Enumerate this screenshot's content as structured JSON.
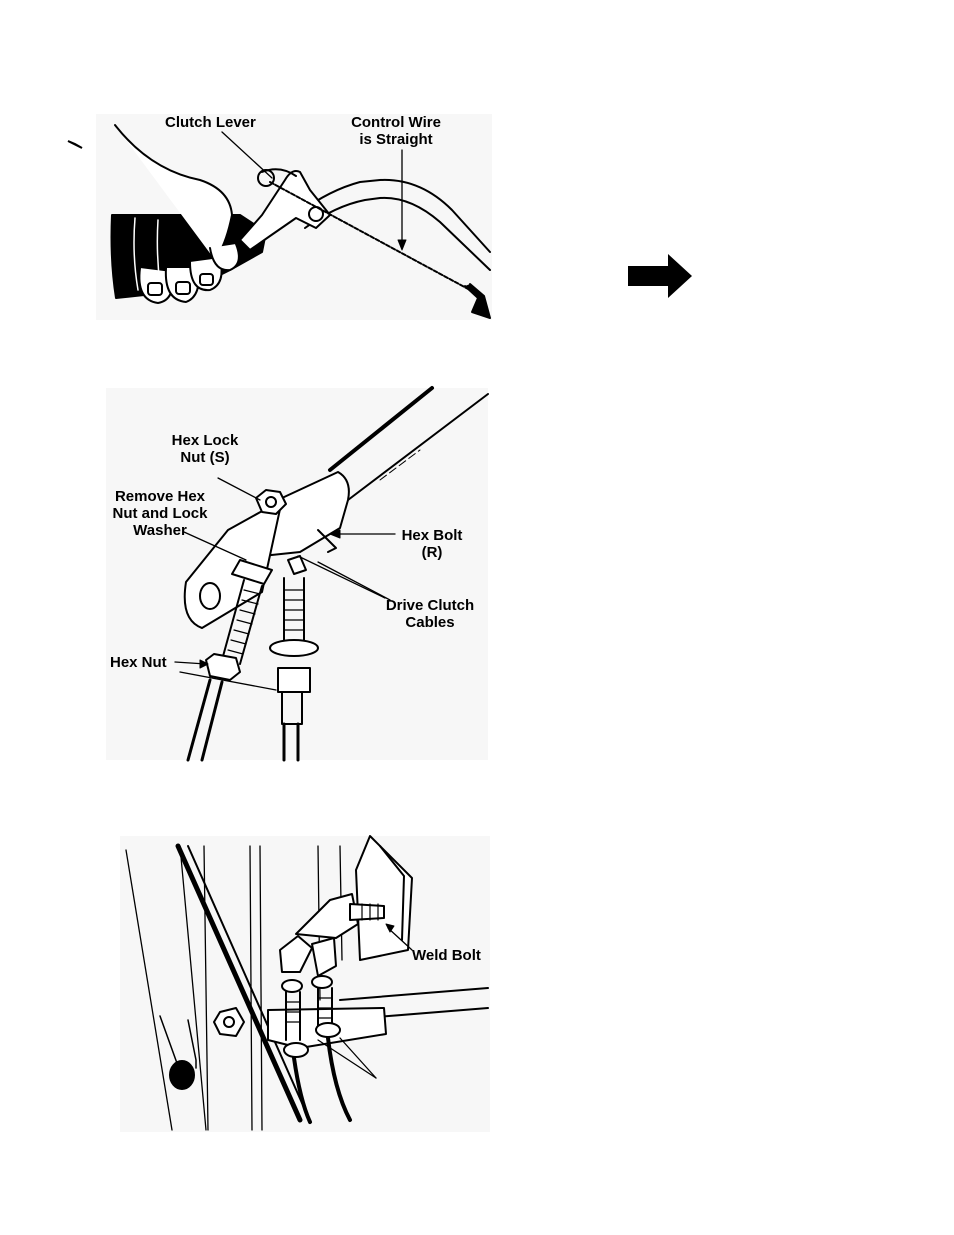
{
  "figure1": {
    "clutch_lever": "Clutch Lever",
    "control_wire_1": "Control Wire",
    "control_wire_2": "is Straight"
  },
  "figure2": {
    "hex_lock_1": "Hex Lock",
    "hex_lock_2": "Nut (S)",
    "remove_1": "Remove Hex",
    "remove_2": "Nut and Lock",
    "remove_3": "Washer",
    "hex_bolt_1": "Hex Bolt",
    "hex_bolt_2": "(R)",
    "drive_1": "Drive Clutch",
    "drive_2": "Cables",
    "hex_nut": "Hex Nut"
  },
  "figure3": {
    "weld_bolt": "Weld Bolt"
  },
  "arrow_icon": "right-arrow-icon",
  "colors": {
    "ink": "#000000",
    "panel": "#f7f7f7"
  }
}
